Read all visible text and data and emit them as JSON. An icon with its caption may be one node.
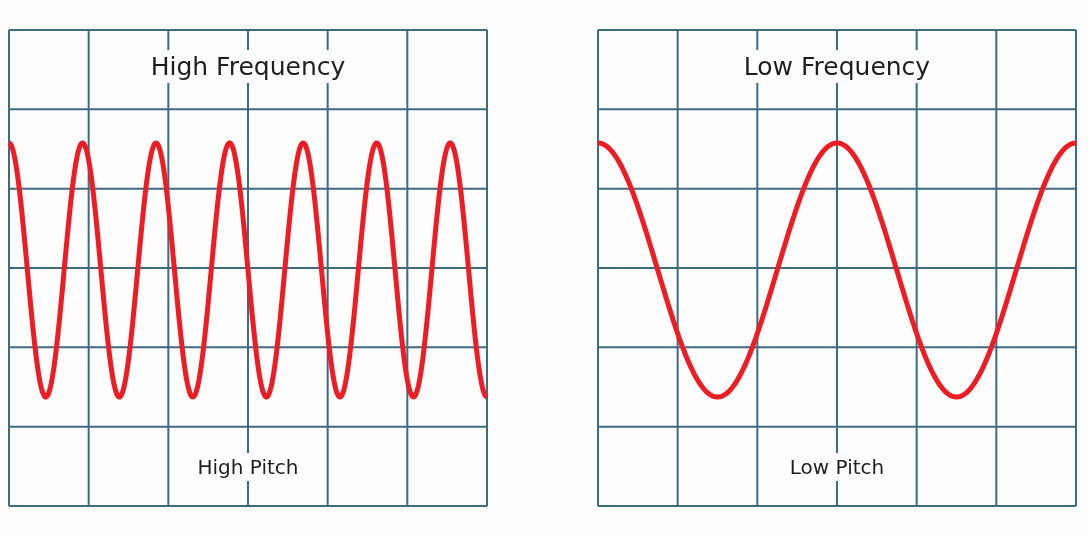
{
  "diagram": {
    "nodes": [
      {
        "text": [
          "High Frequency",
          "High Pitch"
        ]
      },
      {
        "text": [
          "Low Frequency",
          "Low Pitch"
        ]
      }
    ]
  }
}
